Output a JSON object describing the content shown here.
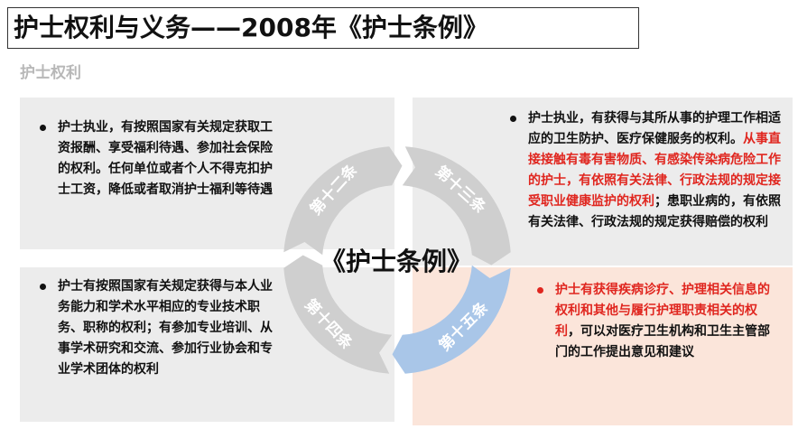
{
  "header": {
    "title": "护士权利与义务——2008年《护士条例》",
    "subtitle": "护士权利"
  },
  "center": {
    "label": "《护士条例》"
  },
  "ring": {
    "segments": [
      {
        "label": "第十二条"
      },
      {
        "label": "第十三条"
      },
      {
        "label": "第十四条"
      },
      {
        "label": "第十五条"
      }
    ]
  },
  "panels": {
    "article12": {
      "text": "护士执业，有按照国家有关规定获取工资报酬、享受福利待遇、参加社会保险的权利。任何单位或者个人不得克扣护士工资，降低或者取消护士福利等待遇"
    },
    "article13": {
      "text_part1": "护士执业，有获得与其所从事的护理工作相适应的卫生防护、医疗保健服务的权利。",
      "text_red": "从事直接接触有毒有害物质、有感染传染病危险工作的护士，有依照有关法律、行政法规的规定接受职业健康监护的权利",
      "text_part2": "；患职业病的，有依照有关法律、行政法规的规定获得赔偿的权利"
    },
    "article14": {
      "text": "护士有按照国家有关规定获得与本人业务能力和学术水平相应的专业技术职务、职称的权利；有参加专业培训、从事学术研究和交流、参加行业协会和专业学术团体的权利"
    },
    "article15": {
      "text_red": "护士有获得疾病诊疗、护理相关信息的权利和其他与履行护理职责相关的权利",
      "text_dark": "，可以对医疗卫生机构和卫生主管部门的工作提出意见和建议"
    }
  },
  "colors": {
    "ring_gray": "#cfcfcf",
    "ring_blue": "#a9c6e8",
    "highlight_red": "#e0261f",
    "panel_gray": "#ececec",
    "panel_peach": "#fbe5da"
  }
}
